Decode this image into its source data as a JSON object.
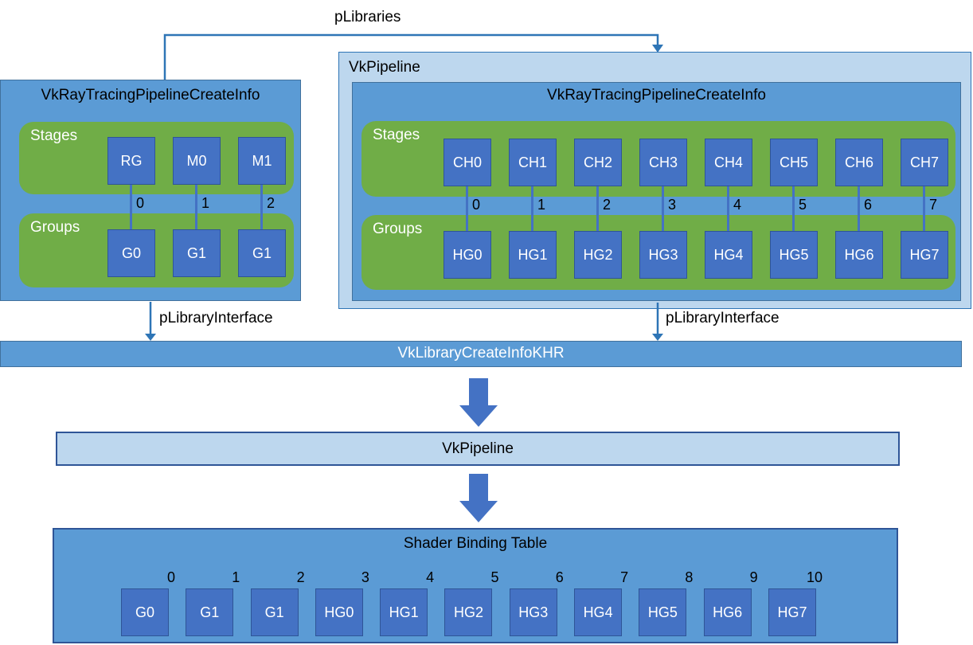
{
  "diagram": {
    "p_libraries_label": "pLibraries",
    "library_interface_label_left": "pLibraryInterface",
    "library_interface_label_right": "pLibraryInterface",
    "left_panel": {
      "title": "VkRayTracingPipelineCreateInfo",
      "stages_label": "Stages",
      "groups_label": "Groups",
      "stages": [
        "RG",
        "M0",
        "M1"
      ],
      "indices": [
        "0",
        "1",
        "2"
      ],
      "groups": [
        "G0",
        "G1",
        "G1"
      ]
    },
    "right_panel": {
      "outer_label": "VkPipeline",
      "inner_title": "VkRayTracingPipelineCreateInfo",
      "stages_label": "Stages",
      "groups_label": "Groups",
      "stages": [
        "CH0",
        "CH1",
        "CH2",
        "CH3",
        "CH4",
        "CH5",
        "CH6",
        "CH7"
      ],
      "indices": [
        "0",
        "1",
        "2",
        "3",
        "4",
        "5",
        "6",
        "7"
      ],
      "groups": [
        "HG0",
        "HG1",
        "HG2",
        "HG3",
        "HG4",
        "HG5",
        "HG6",
        "HG7"
      ]
    },
    "library_bar_label": "VkLibraryCreateInfoKHR",
    "pipeline_bar_label": "VkPipeline",
    "sbt": {
      "title": "Shader Binding Table",
      "entries": [
        {
          "index": "0",
          "label": "G0"
        },
        {
          "index": "1",
          "label": "G1"
        },
        {
          "index": "2",
          "label": "G1"
        },
        {
          "index": "3",
          "label": "HG0"
        },
        {
          "index": "4",
          "label": "HG1"
        },
        {
          "index": "5",
          "label": "HG2"
        },
        {
          "index": "6",
          "label": "HG3"
        },
        {
          "index": "7",
          "label": "HG4"
        },
        {
          "index": "8",
          "label": "HG5"
        },
        {
          "index": "9",
          "label": "HG6"
        },
        {
          "index": "10",
          "label": "HG7"
        }
      ]
    },
    "colors": {
      "medium_blue": "#5B9BD5",
      "light_blue": "#BDD7EE",
      "green": "#70AD47",
      "square_blue": "#4472C4",
      "square_border": "#2F5597",
      "panel_border": "#41719C",
      "connector": "#2E75B6"
    }
  }
}
